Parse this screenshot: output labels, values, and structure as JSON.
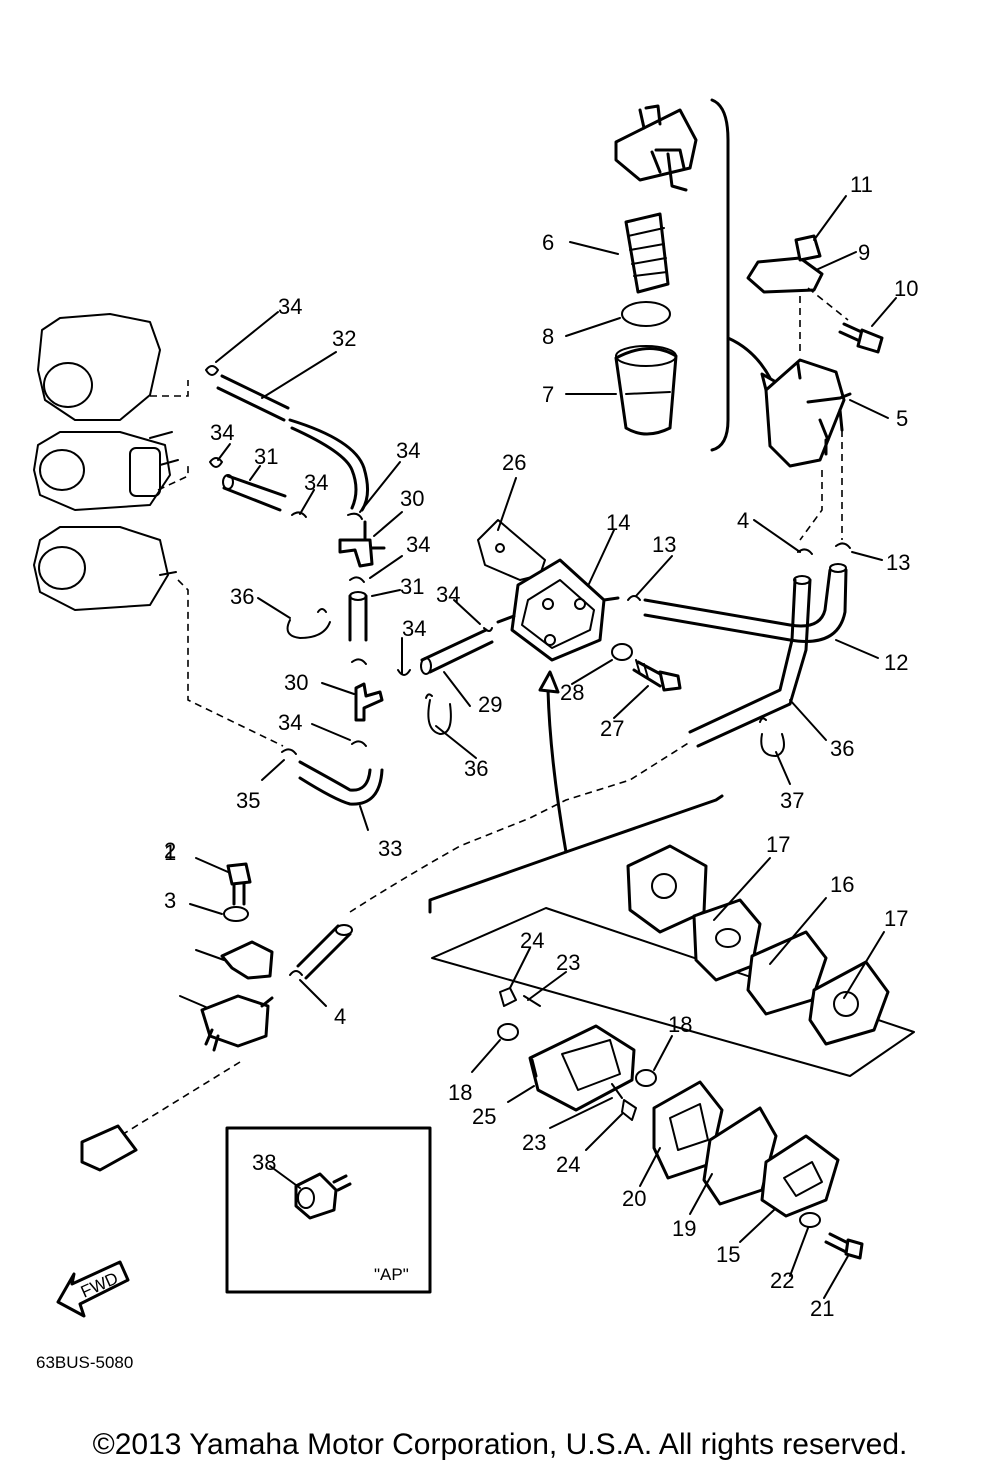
{
  "part_numbers": [
    "1",
    "2",
    "3",
    "4",
    "4",
    "5",
    "6",
    "7",
    "8",
    "9",
    "10",
    "11",
    "12",
    "13",
    "13",
    "14",
    "15",
    "16",
    "17",
    "17",
    "18",
    "18",
    "19",
    "20",
    "21",
    "22",
    "23",
    "23",
    "24",
    "24",
    "25",
    "26",
    "27",
    "28",
    "29",
    "30",
    "30",
    "31",
    "31",
    "32",
    "33",
    "34",
    "34",
    "34",
    "34",
    "34",
    "34",
    "34",
    "34",
    "35",
    "36",
    "36",
    "36",
    "37",
    "38"
  ],
  "inset_label": "\"AP\"",
  "fwd_label": "FWD",
  "diagram_code": "63BUS-5080",
  "copyright": "©2013 Yamaha Motor Corporation, U.S.A. All rights reserved."
}
